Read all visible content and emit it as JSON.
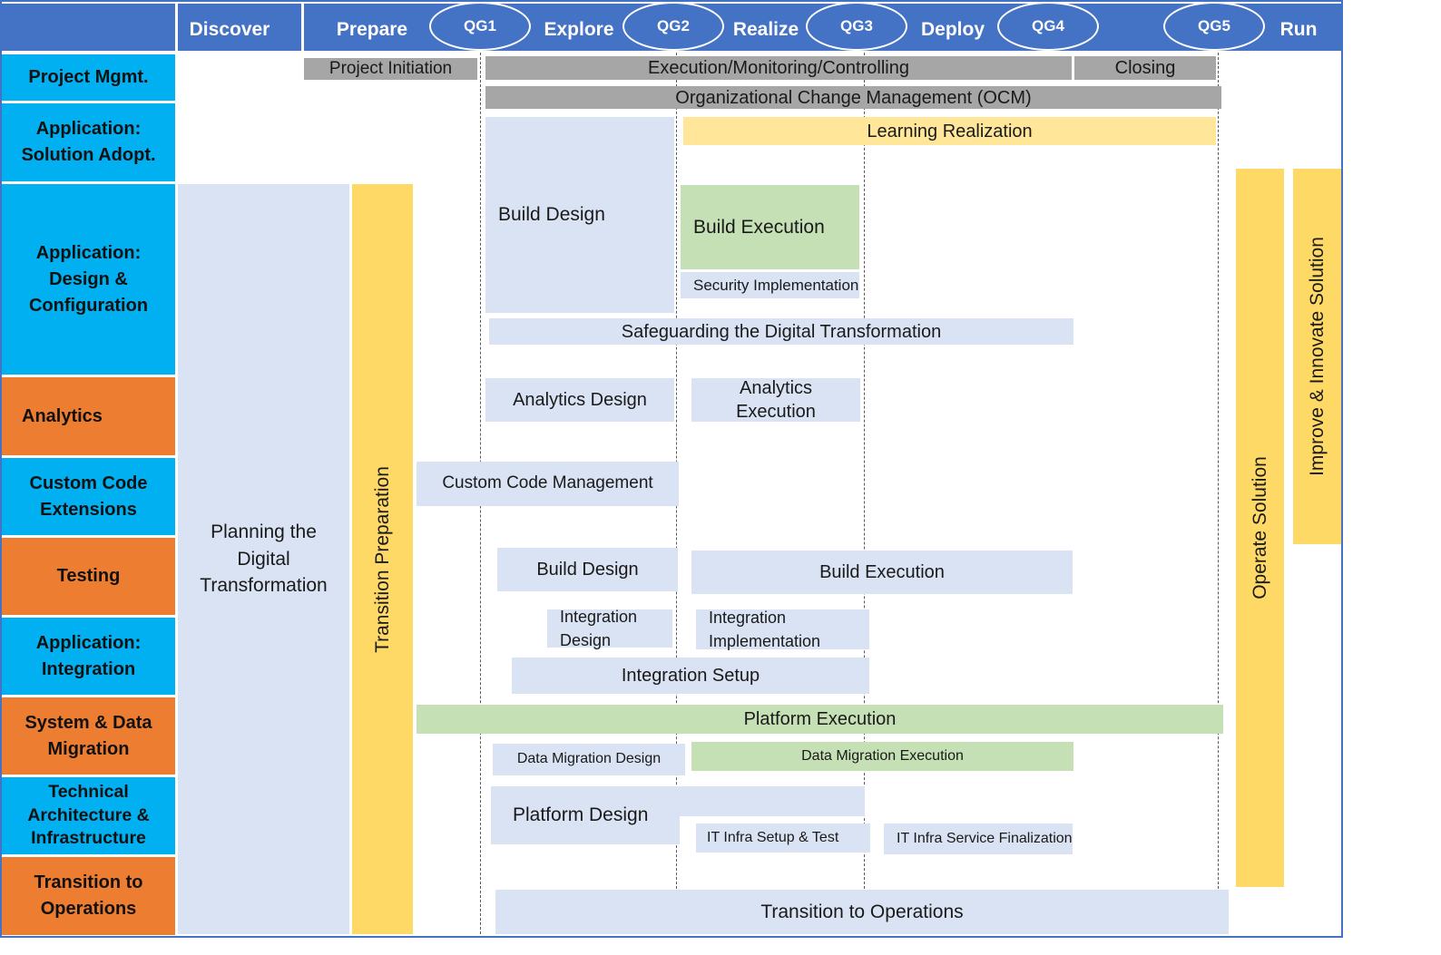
{
  "phases": {
    "discover": "Discover",
    "prepare": "Prepare",
    "explore": "Explore",
    "realize": "Realize",
    "deploy": "Deploy",
    "run": "Run"
  },
  "quality_gates": [
    "QG1",
    "QG2",
    "QG3",
    "QG4",
    "QG5"
  ],
  "workstreams": [
    "Project Mgmt.",
    "Application: Solution Adopt.",
    "Application: Design & Configuration",
    "Analytics",
    "Custom Code Extensions",
    "Testing",
    "Application: Integration",
    "System & Data Migration",
    "Technical Architecture & Infrastructure",
    "Transition to Operations"
  ],
  "activities": {
    "project_initiation": "Project Initiation",
    "execution_monitoring": "Execution/Monitoring/Controlling",
    "closing": "Closing",
    "ocm": "Organizational Change Management (OCM)",
    "learning_realization": "Learning Realization",
    "planning": "Planning the Digital Transformation",
    "transition_preparation": "Transition Preparation",
    "build_design": "Build Design",
    "build_execution": "Build Execution",
    "security_implementation": "Security Implementation",
    "safeguarding": "Safeguarding the Digital Transformation",
    "analytics_design": "Analytics Design",
    "analytics_execution": "Analytics Execution",
    "custom_code_management": "Custom Code Management",
    "test_build_design": "Build Design",
    "test_build_execution": "Build Execution",
    "integration_design": "Integration Design",
    "integration_implementation": "Integration Implementation",
    "integration_setup": "Integration Setup",
    "platform_execution": "Platform Execution",
    "data_migration_design": "Data Migration Design",
    "data_migration_execution": "Data Migration Execution",
    "platform_design": "Platform Design",
    "it_infra_setup": "IT Infra Setup & Test",
    "it_infra_finalization": "IT Infra Service Finalization",
    "transition_to_operations": "Transition to Operations",
    "operate_solution": "Operate Solution",
    "improve_innovate": "Improve & Innovate Solution"
  },
  "colors": {
    "header_blue": "#4472c4",
    "workstream_blue": "#00b0f0",
    "workstream_orange": "#ed7d31",
    "activity_gray": "#a6a6a6",
    "activity_light_blue": "#dae3f3",
    "activity_green": "#c5e0b4",
    "activity_yellow": "#ffd966",
    "activity_light_yellow": "#ffe699"
  }
}
